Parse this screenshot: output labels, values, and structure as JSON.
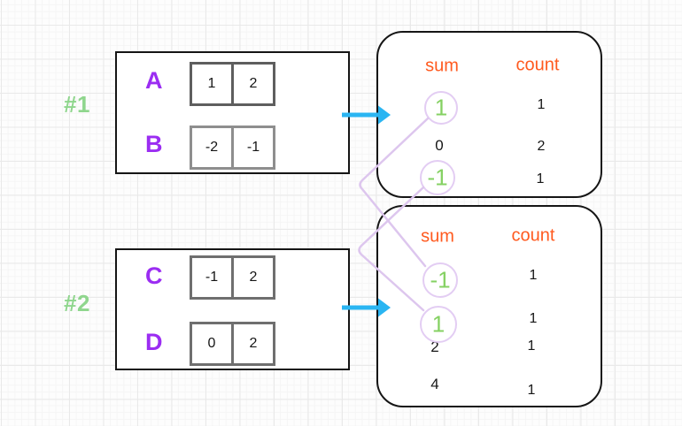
{
  "groups": [
    {
      "tag": "#1",
      "arrays": [
        {
          "name": "A",
          "cells": [
            "1",
            "2"
          ]
        },
        {
          "name": "B",
          "cells": [
            "-2",
            "-1"
          ]
        }
      ],
      "table": {
        "headers": {
          "sum": "sum",
          "count": "count"
        },
        "rows": [
          {
            "sum": "1",
            "count": "1",
            "circled": true
          },
          {
            "sum": "0",
            "count": "2",
            "circled": false
          },
          {
            "sum": "-1",
            "count": "1",
            "circled": true
          }
        ]
      }
    },
    {
      "tag": "#2",
      "arrays": [
        {
          "name": "C",
          "cells": [
            "-1",
            "2"
          ]
        },
        {
          "name": "D",
          "cells": [
            "0",
            "2"
          ]
        }
      ],
      "table": {
        "headers": {
          "sum": "sum",
          "count": "count"
        },
        "rows": [
          {
            "sum": "-1",
            "count": "1",
            "circled": true
          },
          {
            "sum": "1",
            "count": "1",
            "circled": true
          },
          {
            "sum": "2",
            "count": "1",
            "circled": false
          },
          {
            "sum": "4",
            "count": "1",
            "circled": false
          }
        ]
      }
    }
  ],
  "colors": {
    "label_purple": "#9b2df2",
    "tag_green": "#8fd68d",
    "sum_green": "#85d163",
    "header_orange": "#ff5a1f",
    "arrow_cyan": "#2ab5f2",
    "connector_lavender": "#ddc6ee",
    "box_border": "#151515"
  }
}
